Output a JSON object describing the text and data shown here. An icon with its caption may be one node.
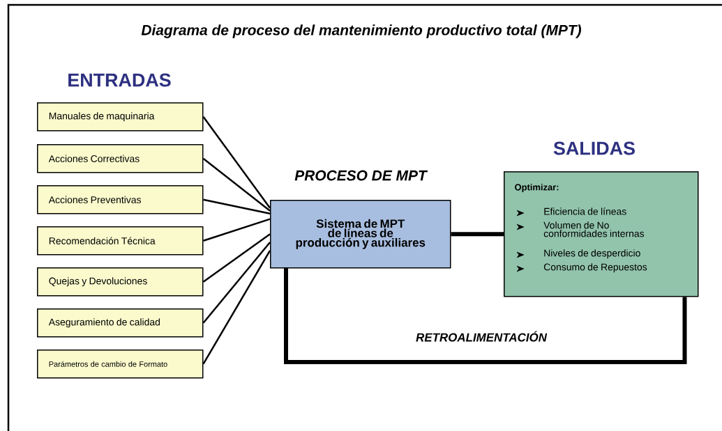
{
  "diagram": {
    "title": "Diagrama de proceso del mantenimiento productivo total (MPT)",
    "nodes": [
      {
        "text": [
          "Manuales de maquinaria"
        ]
      },
      {
        "text": [
          "Acciones Correctivas"
        ]
      },
      {
        "text": [
          "Acciones Preventivas"
        ]
      },
      {
        "text": [
          "Recomendación Técnica"
        ]
      },
      {
        "text": [
          "Quejas y Devoluciones"
        ]
      },
      {
        "text": [
          "Aseguramiento de calidad"
        ]
      },
      {
        "text": [
          "Parámetros de cambio de Formato"
        ]
      },
      {
        "text": [
          "Sistema de MPT de líneas de producción y auxiliares"
        ]
      },
      {
        "text": [
          "Optimizar:",
          "Eficiencia de líneas",
          "Volumen de No conformidades internas",
          "Niveles de desperdicio",
          "Consumo de Repuestos"
        ]
      }
    ],
    "edges": [
      {
        "from": 0,
        "to": 7,
        "arrow": "none"
      },
      {
        "from": 1,
        "to": 7,
        "arrow": "none"
      },
      {
        "from": 2,
        "to": 7,
        "arrow": "none"
      },
      {
        "from": 3,
        "to": 7,
        "arrow": "none"
      },
      {
        "from": 4,
        "to": 7,
        "arrow": "none"
      },
      {
        "from": 5,
        "to": 7,
        "arrow": "none"
      },
      {
        "from": 6,
        "to": 7,
        "arrow": "none"
      },
      {
        "from": 7,
        "to": 8,
        "arrow": "none",
        "style": "thick"
      },
      {
        "from": 8,
        "to": 7,
        "arrow": "none",
        "style": "thick",
        "label": "RETROALIMENTACIÓN"
      }
    ],
    "labels": [
      "ENTRADAS",
      "PROCESO DE MPT",
      "SALIDAS"
    ]
  }
}
